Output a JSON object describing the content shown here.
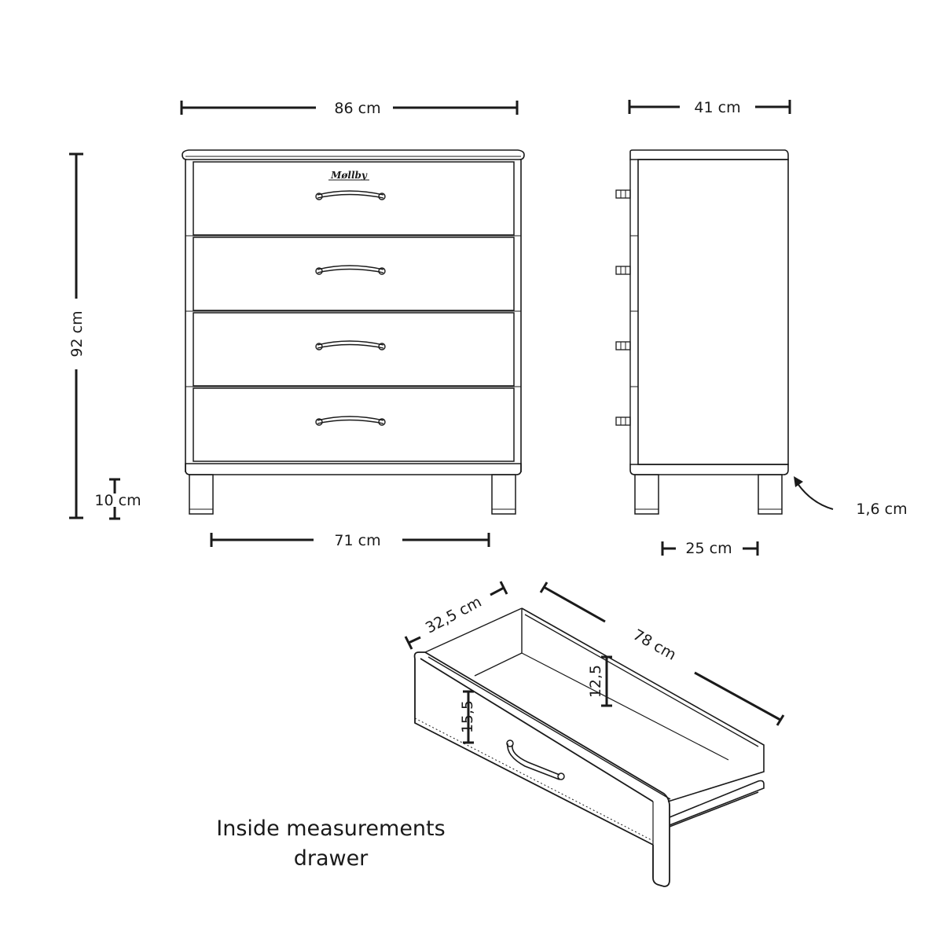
{
  "dimensions": {
    "front_width": "86 cm",
    "side_depth": "41 cm",
    "height": "92 cm",
    "leg_height": "10 cm",
    "leg_spacing": "71 cm",
    "side_leg_spacing": "25 cm",
    "top_thickness": "1,6 cm"
  },
  "drawer": {
    "depth": "32,5 cm",
    "length": "78 cm",
    "inner_height_back": "12,5",
    "inner_height_front": "15,5"
  },
  "caption": {
    "line1": "Inside measurements",
    "line2": "drawer"
  },
  "brand": "Møllby",
  "colors": {
    "stroke": "#1a1a1a",
    "background": "#ffffff"
  }
}
